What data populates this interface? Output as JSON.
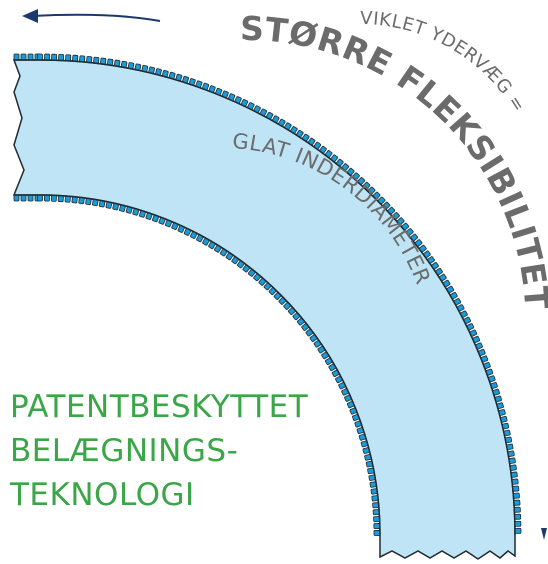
{
  "colors": {
    "tube_fill": "#bee4f6",
    "corrugation": "#1b9ad6",
    "outline": "#1f2a33",
    "label_gray": "#6b6b6b",
    "green": "#3aa648",
    "arrow": "#1a3a6b"
  },
  "labels": {
    "outer_wall": "VIKLET YDERVÆG =",
    "flexibility": "STØRRE FLEKSIBILITET",
    "inner_diameter": "GLAT INDERDIAMETER"
  },
  "patent": {
    "line1": "PATENTBESKYTTET",
    "line2": "BELÆGNINGS-",
    "line3": "TEKNOLOGI"
  }
}
